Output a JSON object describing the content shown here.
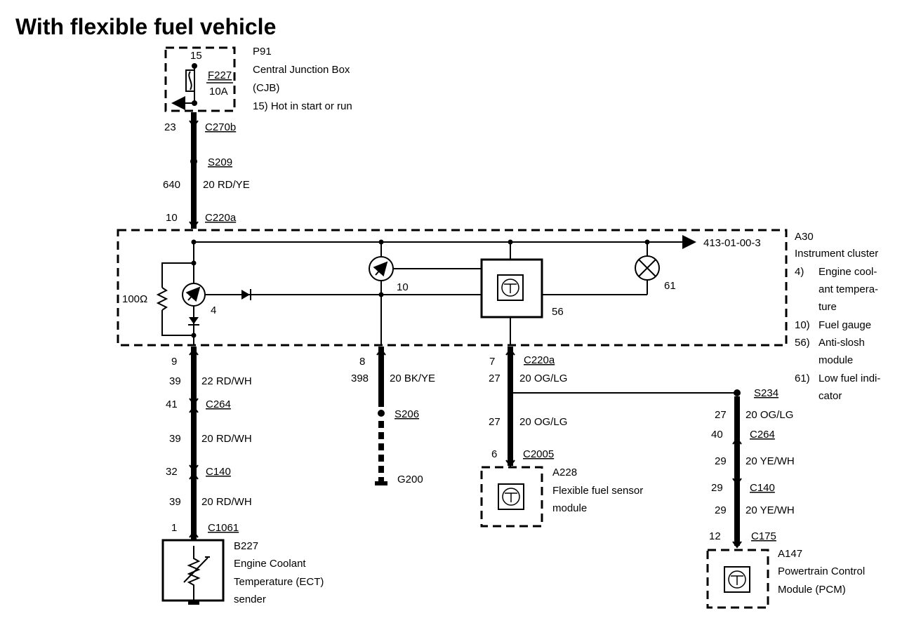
{
  "title": "With flexible fuel vehicle",
  "cjb": {
    "pin": "15",
    "id": "P91",
    "name": "Central Junction Box",
    "abbr": "(CJB)",
    "note": "15)  Hot in start or run",
    "fuse_id": "F227",
    "fuse_rating": "10A"
  },
  "top_wire": {
    "c270b_pin": "23",
    "c270b": "C270b",
    "splice": "S209",
    "circuit": "640",
    "wire": "20 RD/YE",
    "c220a_pin": "10",
    "c220a": "C220a"
  },
  "cluster": {
    "id": "A30",
    "name": "Instrument cluster",
    "ref": "413-01-00-3",
    "resistor": "100Ω",
    "gauge4": "4",
    "gauge10": "10",
    "module56": "56",
    "lamp61": "61",
    "legend": [
      {
        "n": "4)",
        "lines": [
          "Engine cool-",
          "ant tempera-",
          "ture"
        ]
      },
      {
        "n": "10)",
        "lines": [
          "Fuel gauge"
        ]
      },
      {
        "n": "56)",
        "lines": [
          "Anti-slosh",
          "module"
        ]
      },
      {
        "n": "61)",
        "lines": [
          "Low fuel indi-",
          "cator"
        ]
      }
    ]
  },
  "ect_branch": {
    "pin9": "9",
    "circ39a": "39",
    "wire_a": "22 RD/WH",
    "c264_pin": "41",
    "c264": "C264",
    "circ39b": "39",
    "wire_b": "20 RD/WH",
    "c140_pin": "32",
    "c140": "C140",
    "circ39c": "39",
    "wire_c": "20 RD/WH",
    "c1061_pin": "1",
    "c1061": "C1061",
    "id": "B227",
    "name1": "Engine Coolant",
    "name2": "Temperature (ECT)",
    "name3": "sender"
  },
  "ground_branch": {
    "pin8": "8",
    "circ": "398",
    "wire": "20 BK/YE",
    "splice": "S206",
    "ground": "G200"
  },
  "ff_branch": {
    "pin7": "7",
    "c220a": "C220a",
    "circ27a": "27",
    "wire_a": "20 OG/LG",
    "circ27b": "27",
    "wire_b": "20 OG/LG",
    "c2005_pin": "6",
    "c2005": "C2005",
    "id": "A228",
    "name1": "Flexible fuel sensor",
    "name2": "module"
  },
  "pcm_branch": {
    "splice": "S234",
    "circ27": "27",
    "wire_a": "20 OG/LG",
    "c264_pin": "40",
    "c264": "C264",
    "circ29a": "29",
    "wire_b": "20 YE/WH",
    "c140_pin": "29",
    "c140": "C140",
    "circ29b": "29",
    "wire_c": "20 YE/WH",
    "c175_pin": "12",
    "c175": "C175",
    "id": "A147",
    "name1": "Powertrain Control",
    "name2": "Module (PCM)"
  }
}
